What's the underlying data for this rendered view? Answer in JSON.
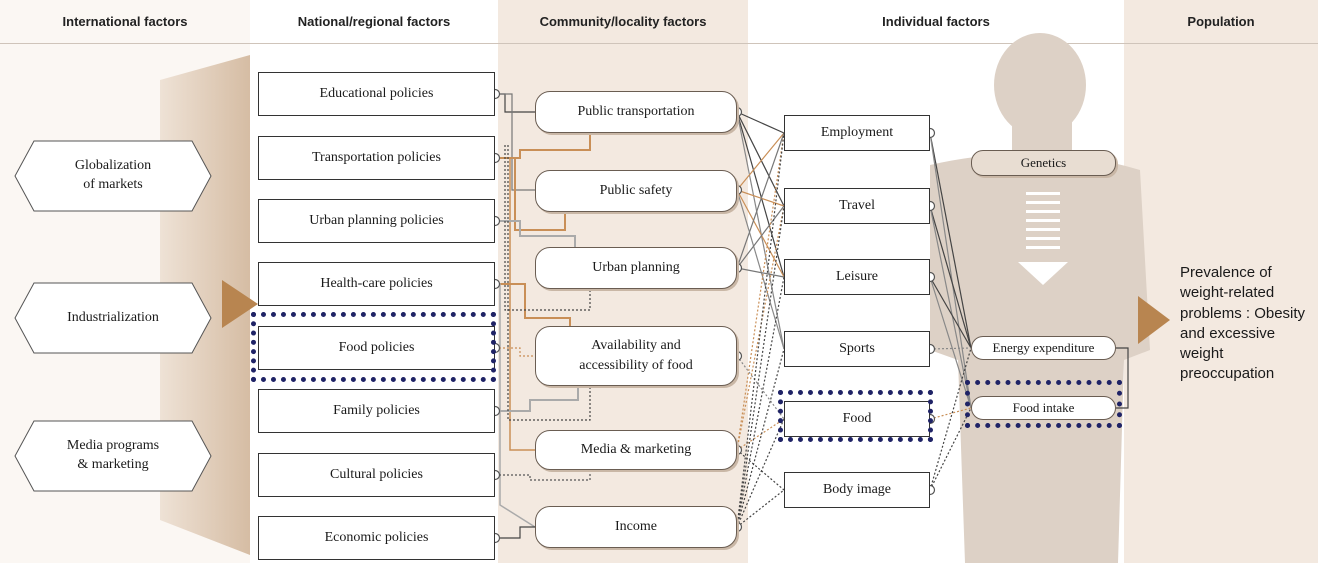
{
  "columns": {
    "international": "International factors",
    "national": "National/regional factors",
    "community": "Community/locality factors",
    "individual": "Individual factors",
    "population": "Population"
  },
  "international_factors": [
    "Globalization\nof markets",
    "Industrialization",
    "Media programs\n& marketing"
  ],
  "national_factors": [
    "Educational policies",
    "Transportation policies",
    "Urban planning policies",
    "Health-care policies",
    "Food policies",
    "Family policies",
    "Cultural policies",
    "Economic policies"
  ],
  "community_factors": [
    "Public transportation",
    "Public safety",
    "Urban planning",
    "Availability and\naccessibility of food",
    "Media & marketing",
    "Income"
  ],
  "individual_factors": [
    "Employment",
    "Travel",
    "Leisure",
    "Sports",
    "Food",
    "Body image"
  ],
  "body_factors": {
    "genetics": "Genetics",
    "energy_expenditure": "Energy expenditure",
    "food_intake": "Food intake"
  },
  "population_text": "Prevalence of weight-related problems : Obesity and excessive weight preoccupation",
  "colors": {
    "column_bg": "#f3e9e0",
    "accent_brown": "#c98f57",
    "arrow_brown": "#b88550",
    "highlight": "#1f2366",
    "silhouette": "#ddd1c6"
  }
}
